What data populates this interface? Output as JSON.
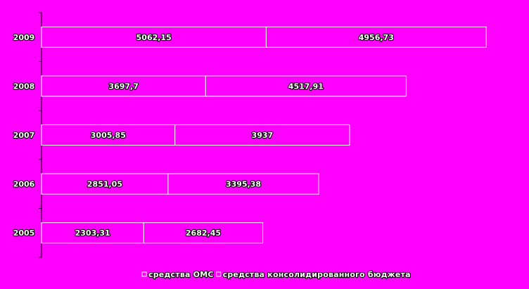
{
  "chart_data": {
    "type": "bar",
    "orientation": "horizontal",
    "stacked": true,
    "categories": [
      "2009",
      "2008",
      "2007",
      "2006",
      "2005"
    ],
    "series": [
      {
        "name": "средства ОМС",
        "values": [
          5062.15,
          3697.7,
          3005.85,
          2851.05,
          2303.31
        ],
        "labels": [
          "5062,15",
          "3697,7",
          "3005,85",
          "2851,05",
          "2303,31"
        ]
      },
      {
        "name": "средства консолидированного бюджета",
        "values": [
          4956.73,
          4517.91,
          3937,
          3395.38,
          2682.45
        ],
        "labels": [
          "4956,73",
          "4517,91",
          "3937",
          "3395,38",
          "2682,45"
        ]
      }
    ],
    "title": "",
    "xlabel": "",
    "ylabel": "",
    "xlim": [
      0,
      10000
    ],
    "grid": false,
    "legend": "bottom",
    "colors": {
      "background": "#FF00FF",
      "bar_fill": "#FF00FF",
      "bar_edge": "#FFFFFF",
      "text_fill": "#FFFFFF",
      "text_outline": "#000000",
      "axis": "#000000"
    }
  }
}
